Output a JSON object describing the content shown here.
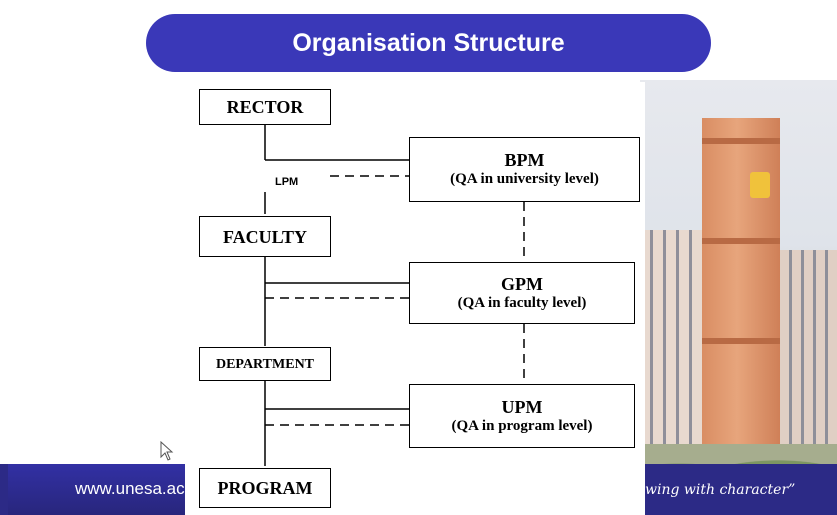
{
  "slide": {
    "title": "Organisation Structure",
    "footer_url": "www.unesa.ac",
    "footer_tagline": "wing with character”"
  },
  "diagram": {
    "units": {
      "rector": "RECTOR",
      "faculty": "FACULTY",
      "department": "DEPARTMENT",
      "program": "PROGRAM"
    },
    "qa_bodies": {
      "bpm": {
        "name": "BPM",
        "desc": "(QA in university level)"
      },
      "gpm": {
        "name": "GPM",
        "desc": "(QA in faculty level)"
      },
      "upm": {
        "name": "UPM",
        "desc": "(QA in program level)"
      }
    },
    "lpm_label": "LPM"
  },
  "icons": {
    "cursor": "mouse-pointer-icon"
  },
  "colors": {
    "title_pill": "#3a38b8",
    "footer": "#2c2a86"
  }
}
